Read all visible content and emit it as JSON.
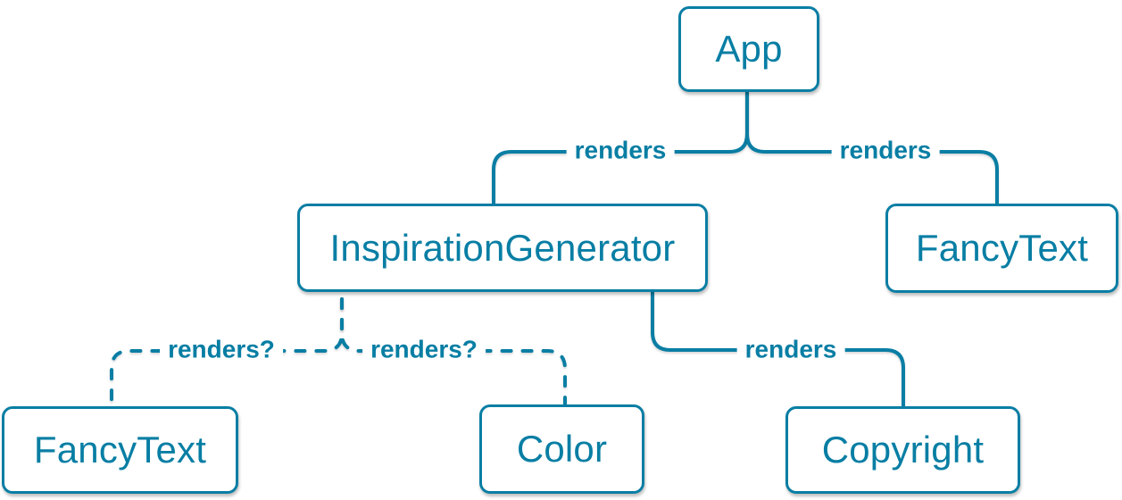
{
  "diagram": {
    "type": "component-render-tree",
    "colors": {
      "accent_text": "#087ea4",
      "stroke": "#0a7ea4",
      "node_fill": "#ffffff",
      "background": "#ffffff"
    },
    "nodes": [
      {
        "id": "app",
        "label": "App"
      },
      {
        "id": "inspiration-generator",
        "label": "InspirationGenerator"
      },
      {
        "id": "fancy-text-top",
        "label": "FancyText"
      },
      {
        "id": "fancy-text-bottom",
        "label": "FancyText"
      },
      {
        "id": "color",
        "label": "Color"
      },
      {
        "id": "copyright",
        "label": "Copyright"
      }
    ],
    "edges": [
      {
        "from": "app",
        "to": "inspiration-generator",
        "label": "renders",
        "style": "solid"
      },
      {
        "from": "app",
        "to": "fancy-text-top",
        "label": "renders",
        "style": "solid"
      },
      {
        "from": "inspiration-generator",
        "to": "fancy-text-bottom",
        "label": "renders?",
        "style": "dashed"
      },
      {
        "from": "inspiration-generator",
        "to": "color",
        "label": "renders?",
        "style": "dashed"
      },
      {
        "from": "inspiration-generator",
        "to": "copyright",
        "label": "renders",
        "style": "solid"
      }
    ]
  }
}
